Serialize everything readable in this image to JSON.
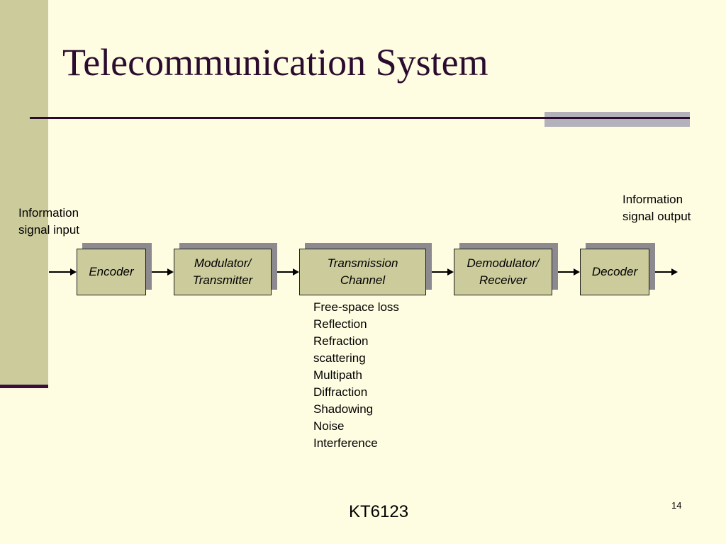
{
  "slide": {
    "title": "Telecommunication System",
    "footer": "KT6123",
    "page_number": "14"
  },
  "diagram": {
    "input_label": "Information\nsignal input",
    "output_label": "Information\nsignal output",
    "blocks": [
      {
        "label": "Encoder"
      },
      {
        "label": "Modulator/\nTransmitter"
      },
      {
        "label": "Transmission\nChannel"
      },
      {
        "label": "Demodulator/\nReceiver"
      },
      {
        "label": "Decoder"
      }
    ],
    "channel_impairments": [
      "Free-space loss",
      "Reflection",
      "Refraction",
      "scattering",
      "Multipath",
      "Diffraction",
      "Shadowing",
      "Noise",
      "Interference"
    ]
  },
  "colors": {
    "background": "#FFFDE1",
    "sidebar": "#CCCB9C",
    "title": "#2B0C2E",
    "block_fill": "#CCCB9C",
    "block_shadow": "#8C8A8F",
    "accent_gray": "#B3B1BA"
  }
}
